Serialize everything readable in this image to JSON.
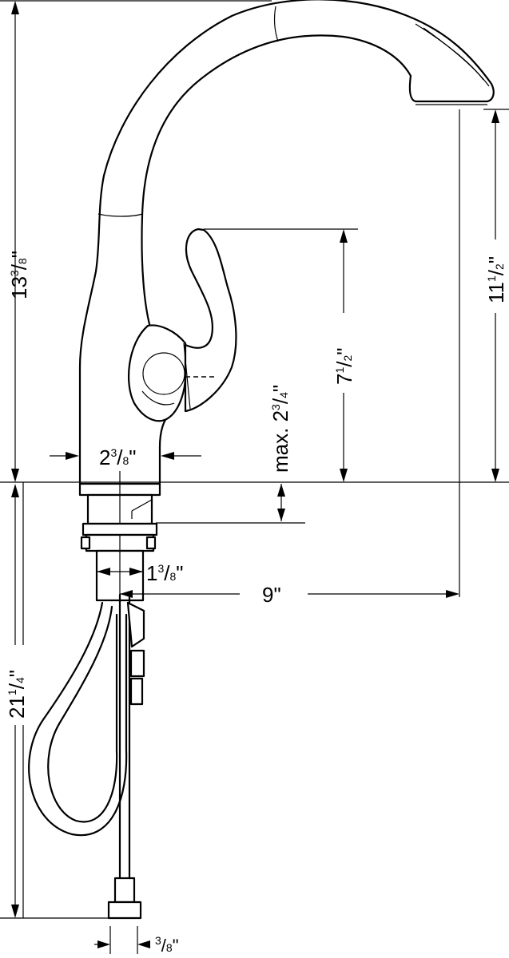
{
  "dimensions": {
    "total_height": {
      "whole": "13",
      "num": "3",
      "den": "8",
      "unit": "\""
    },
    "spout_clearance": {
      "whole": "11",
      "num": "1",
      "den": "2",
      "unit": "\""
    },
    "handle_height": {
      "whole": "7",
      "num": "1",
      "den": "2",
      "unit": "\""
    },
    "max_deck": {
      "prefix": "max. ",
      "whole": "2",
      "num": "3",
      "den": "4",
      "unit": "\""
    },
    "base_diameter": {
      "whole": "2",
      "num": "3",
      "den": "8",
      "unit": "\""
    },
    "shank_diameter": {
      "whole": "1",
      "num": "3",
      "den": "8",
      "unit": "\""
    },
    "spout_reach": {
      "whole": "9",
      "unit": "\""
    },
    "hose_length": {
      "whole": "21",
      "num": "1",
      "den": "4",
      "unit": "\""
    },
    "supply_connection": {
      "whole": "",
      "num": "3",
      "den": "8",
      "unit": "\""
    }
  }
}
